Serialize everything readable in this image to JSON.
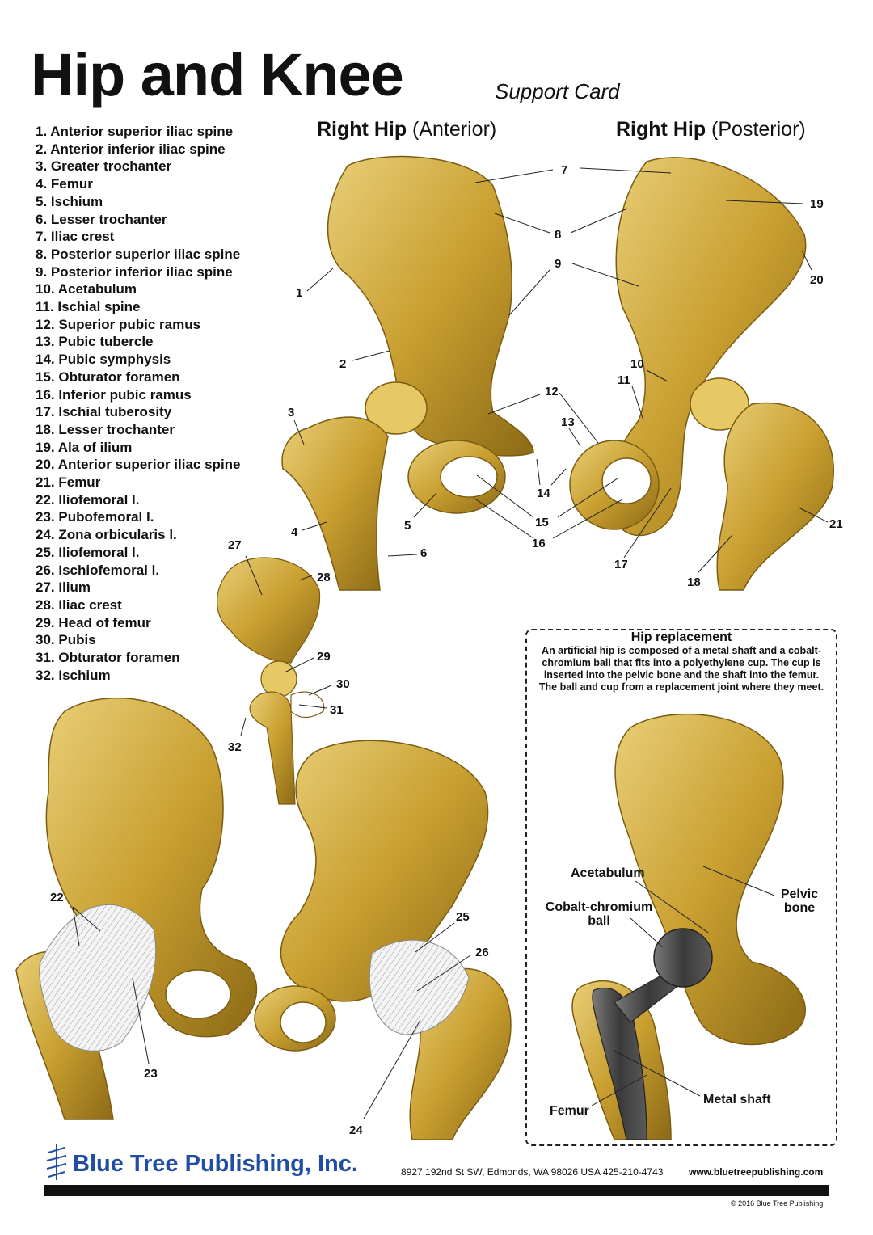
{
  "header": {
    "title": "Hip and Knee",
    "subtitle": "Support Card"
  },
  "legend": [
    "1. Anterior superior iliac spine",
    "2. Anterior inferior iliac spine",
    "3. Greater trochanter",
    "4. Femur",
    "5. Ischium",
    "6. Lesser trochanter",
    "7. Iliac crest",
    "8. Posterior superior iliac spine",
    "9. Posterior inferior iliac spine",
    "10. Acetabulum",
    "11. Ischial spine",
    "12. Superior pubic ramus",
    "13. Pubic tubercle",
    "14. Pubic symphysis",
    "15. Obturator foramen",
    "16. Inferior pubic ramus",
    "17. Ischial tuberosity",
    "18. Lesser trochanter",
    "19. Ala of ilium",
    "20. Anterior superior iliac spine",
    "21. Femur",
    "22. Iliofemoral l.",
    "23. Pubofemoral l.",
    "24. Zona orbicularis l.",
    "25. Iliofemoral l.",
    "26. Ischiofemoral l.",
    "27. Ilium",
    "28. Iliac crest",
    "29. Head of femur",
    "30. Pubis",
    "31. Obturator foramen",
    "32. Ischium"
  ],
  "views": {
    "anterior": {
      "bold": "Right Hip",
      "light": "(Anterior)"
    },
    "posterior": {
      "bold": "Right Hip",
      "light": "(Posterior)"
    }
  },
  "callouts": {
    "n1": "1",
    "n2": "2",
    "n3": "3",
    "n4": "4",
    "n5": "5",
    "n6": "6",
    "n7": "7",
    "n8": "8",
    "n9": "9",
    "n10": "10",
    "n11": "11",
    "n12": "12",
    "n13": "13",
    "n14": "14",
    "n15": "15",
    "n16": "16",
    "n17": "17",
    "n18": "18",
    "n19": "19",
    "n20": "20",
    "n21": "21",
    "n22": "22",
    "n23": "23",
    "n24": "24",
    "n25": "25",
    "n26": "26",
    "n27": "27",
    "n28": "28",
    "n29": "29",
    "n30": "30",
    "n31": "31",
    "n32": "32"
  },
  "hip_replacement": {
    "title": "Hip replacement",
    "text": "An artificial hip is composed of a metal shaft and a cobalt-chromium ball that fits into a polyethylene cup. The cup is inserted into the pelvic bone and the shaft into the femur. The ball and cup from a replacement joint where they meet.",
    "labels": {
      "acetabulum": "Acetabulum",
      "ball_line1": "Cobalt-chromium",
      "ball_line2": "ball",
      "pelvic_line1": "Pelvic",
      "pelvic_line2": "bone",
      "femur": "Femur",
      "shaft": "Metal shaft"
    }
  },
  "footer": {
    "brand": "Blue Tree Publishing, Inc.",
    "address": "8927 192nd St SW, Edmonds, WA 98026 USA 425-210-4743",
    "website": "www.bluetreepublishing.com",
    "copyright": "© 2016 Blue Tree Publishing"
  },
  "colors": {
    "bone": "#c9a233",
    "bone_dark": "#8a6a15",
    "bone_light": "#e8cf7a",
    "brand": "#1f4ea3",
    "metal": "#4a4a4a"
  }
}
